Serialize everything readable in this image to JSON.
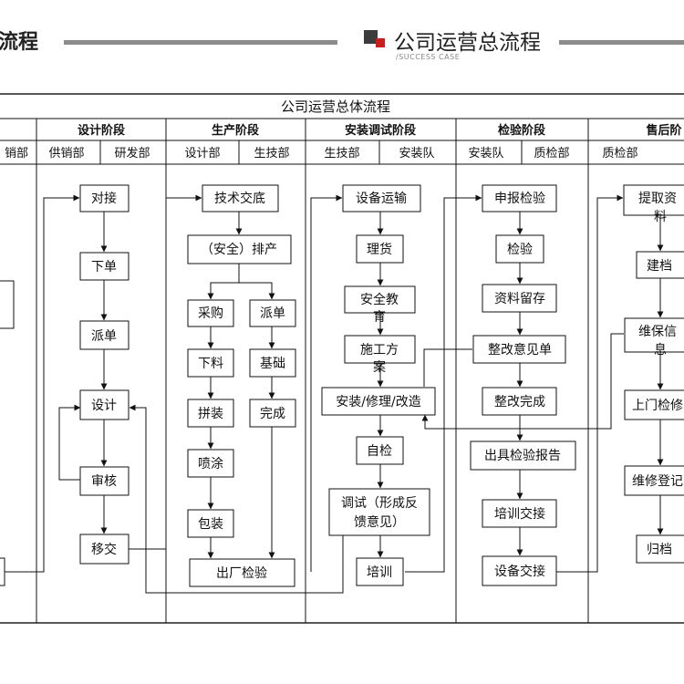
{
  "header": {
    "left_fragment": "流程",
    "title": "公司运营总流程",
    "subtitle": "/SUCCESS CASE"
  },
  "table_title": "公司运营总体流程",
  "stages": [
    {
      "label": "",
      "depts": [
        "销部"
      ]
    },
    {
      "label": "设计阶段",
      "depts": [
        "供销部",
        "研发部"
      ]
    },
    {
      "label": "生产阶段",
      "depts": [
        "设计部",
        "生技部"
      ]
    },
    {
      "label": "安装调试阶段",
      "depts": [
        "生技部",
        "安装队"
      ]
    },
    {
      "label": "检验阶段",
      "depts": [
        "安装队",
        "质检部"
      ]
    },
    {
      "label": "售后阶",
      "depts": [
        "质检部"
      ]
    }
  ],
  "nodes": {
    "duijie": "对接",
    "xiadan": "下单",
    "paidan1": "派单",
    "sheji": "设计",
    "shenhe": "审核",
    "yijiao": "移交",
    "jishujiaodi": "技术交底",
    "anquanpaichan": "（安全）排产",
    "caigou": "采购",
    "paidan2": "派单",
    "xialiao": "下料",
    "jichu": "基础",
    "pinzhuang": "拼装",
    "wancheng": "完成",
    "pentu": "喷涂",
    "baozhuang": "包装",
    "chuchangjianyan": "出厂检验",
    "shebeiyunshu": "设备运输",
    "lihuo": "理货",
    "anquanjiaoyu": [
      "安全教",
      "育"
    ],
    "shigongfangan": [
      "施工方",
      "案"
    ],
    "anzhuang": "安装/修理/改造",
    "zijian": "自检",
    "tiaoshi": [
      "调试（形成反",
      "馈意见）"
    ],
    "peixun": "培训",
    "shenbaojianyan": "申报检验",
    "jianyan": "检验",
    "ziliaoliucun": "资料留存",
    "zhenggaiyijiandan": "整改意见单",
    "zhenggaiwancheng": "整改完成",
    "chujujianyanbaogao": "出具检验报告",
    "peixunjiaojie": "培训交接",
    "shebeijiaojie": "设备交接",
    "tiquziliao": [
      "提取资",
      "料"
    ],
    "jiandang": "建档",
    "weibaoxinxi": [
      "维保信",
      "息"
    ],
    "shangmenjianxiu": "上门检修",
    "weixiudengji": "维修登记",
    "guidang": "归档"
  },
  "colors": {
    "line": "#111111",
    "header_bar": "#8c8c8c",
    "accent_red": "#c81e1e",
    "accent_dark": "#3c3c3c"
  }
}
